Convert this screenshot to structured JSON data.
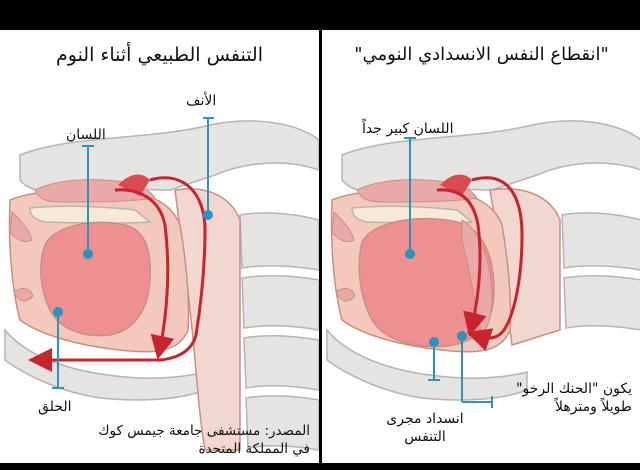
{
  "left_panel": {
    "title": "التنفس الطبيعي أثناء النوم",
    "labels": {
      "nose": "الأنف",
      "tongue": "اللسان",
      "throat": "الحلق"
    },
    "source_line1": "المصدر: مستشفى جامعة جيمس كوك",
    "source_line2": "في المملكة المتحدة"
  },
  "right_panel": {
    "title": "\"انقطاع النفس الانسدادي النومي\"",
    "labels": {
      "tongue_large": "اللسان كبير جداً",
      "soft_palate_line1": "يكون \"الحنك الرخو\"",
      "soft_palate_line2": "طويلاً ومترهلاً",
      "airway_line1": "انسداد مجرى",
      "airway_line2": "التنفس"
    }
  },
  "colors": {
    "tissue": "#f3c9bd",
    "tissue_outline": "#c98f82",
    "tongue": "#ee8f91",
    "airway_fill": "#f7ddd9",
    "bone": "#e6e4e2",
    "bone_outline": "#b7b4b1",
    "arrow": "#c8242e",
    "pointer": "#2a93bf"
  }
}
